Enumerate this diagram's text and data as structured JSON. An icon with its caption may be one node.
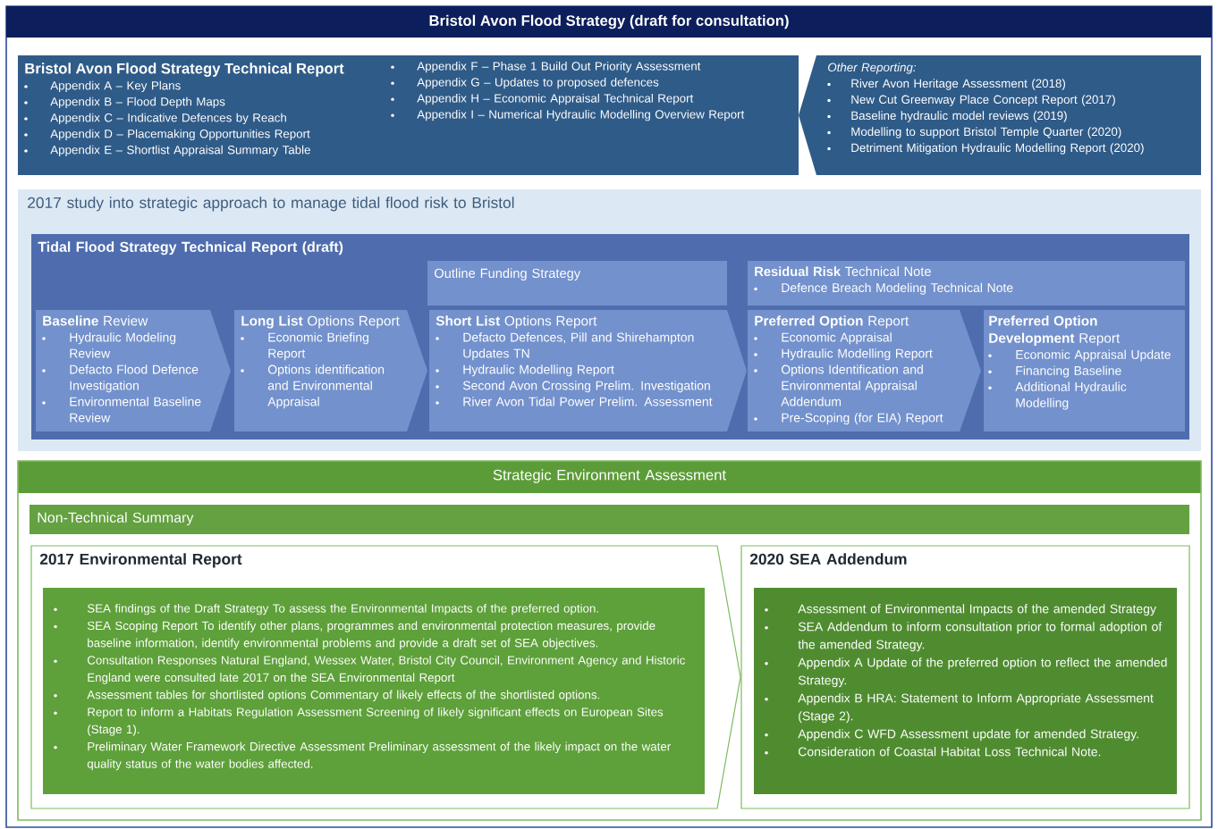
{
  "diagram": {
    "title": "Bristol Avon Flood Strategy (draft for consultation)",
    "nodes": [
      {
        "text": [
          "Bristol Avon Flood Strategy Technical Report",
          "Appendix A – Key Plans",
          "Appendix B – Flood Depth Maps",
          "Appendix C – Indicative Defences by Reach",
          "Appendix D – Placemaking Opportunities Report",
          "Appendix E – Shortlist Appraisal Summary Table",
          "Appendix F – Phase 1 Build Out Priority Assessment",
          "Appendix G – Updates to proposed defences",
          "Appendix H – Economic Appraisal Technical Report",
          "Appendix I – Numerical Hydraulic Modelling Overview Report"
        ]
      },
      {
        "text": [
          "Other Reporting:",
          "River Avon Heritage Assessment (2018)",
          "New Cut Greenway Place Concept Report (2017)",
          "Baseline hydraulic model reviews (2019)",
          "Modelling to support Bristol Temple Quarter (2020)",
          "Detriment Mitigation Hydraulic Modelling Report (2020)"
        ]
      },
      {
        "text": [
          "2017 study into strategic approach to manage tidal flood risk to Bristol"
        ]
      },
      {
        "text": [
          "Tidal Flood Strategy Technical Report (draft)"
        ],
        "in": 2
      },
      {
        "text": [
          "Outline Funding Strategy"
        ],
        "in": 3
      },
      {
        "text": [
          "**Residual Risk** Technical Note",
          "Defence Breach Modeling Technical Note"
        ],
        "in": 3
      },
      {
        "text": [
          "**Baseline** Review",
          "Hydraulic Modeling Review",
          "Defacto Flood Defence Investigation",
          "Environmental Baseline Review"
        ],
        "in": 3
      },
      {
        "text": [
          "**Long List** Options Report",
          "Economic Briefing Report",
          "Options identification and Environmental Appraisal"
        ],
        "in": 3
      },
      {
        "text": [
          "**Short List** Options Report",
          "Defacto Defences, Pill and Shirehampton Updates TN",
          "Hydraulic Modelling Report",
          "Second Avon Crossing Prelim. Investigation",
          "River Avon Tidal Power Prelim. Assessment"
        ],
        "in": 3
      },
      {
        "text": [
          "**Preferred Option** Report",
          "Economic Appraisal",
          "Hydraulic Modelling Report",
          "Options Identification and Environmental Appraisal Addendum",
          "Pre-Scoping (for EIA) Report"
        ],
        "in": 3
      },
      {
        "text": [
          "**Preferred Option Development** Report",
          "Economic Appraisal Update",
          "Financing Baseline",
          "Additional Hydraulic Modelling"
        ],
        "in": 3
      },
      {
        "text": [
          "Strategic Environment Assessment"
        ]
      },
      {
        "text": [
          "Non-Technical Summary"
        ],
        "in": 11
      },
      {
        "text": [
          "2017 Environmental Report"
        ],
        "in": 11
      },
      {
        "text": [
          "SEA findings of the Draft Strategy To assess the Environmental Impacts of the preferred option.",
          "SEA Scoping Report To identify other plans, programmes and environmental protection measures, provide baseline information, identify environmental problems and provide a draft set of SEA objectives.",
          "Consultation Responses Natural England, Wessex Water, Bristol City Council, Environment Agency and Historic England were consulted late 2017 on the SEA Environmental Report",
          "Assessment tables for shortlisted options Commentary of likely effects of the shortlisted options.",
          "Report to inform a Habitats Regulation Assessment Screening of likely significant effects on European Sites (Stage 1).",
          "Preliminary Water Framework Directive Assessment Preliminary assessment of the likely impact on the water quality status of the water bodies affected."
        ],
        "in": 13
      },
      {
        "text": [
          "2020 SEA Addendum"
        ],
        "in": 11
      },
      {
        "text": [
          "Assessment of Environmental Impacts of the amended Strategy",
          "SEA Addendum to inform consultation prior to formal adoption of the amended Strategy.",
          "Appendix A Update of the preferred option to reflect the amended Strategy.",
          "Appendix B HRA: Statement to Inform Appropriate Assessment (Stage 2).",
          "Appendix C WFD Assessment update for amended Strategy.",
          "Consideration of Coastal Habitat Loss Technical Note."
        ],
        "in": 15
      }
    ]
  }
}
